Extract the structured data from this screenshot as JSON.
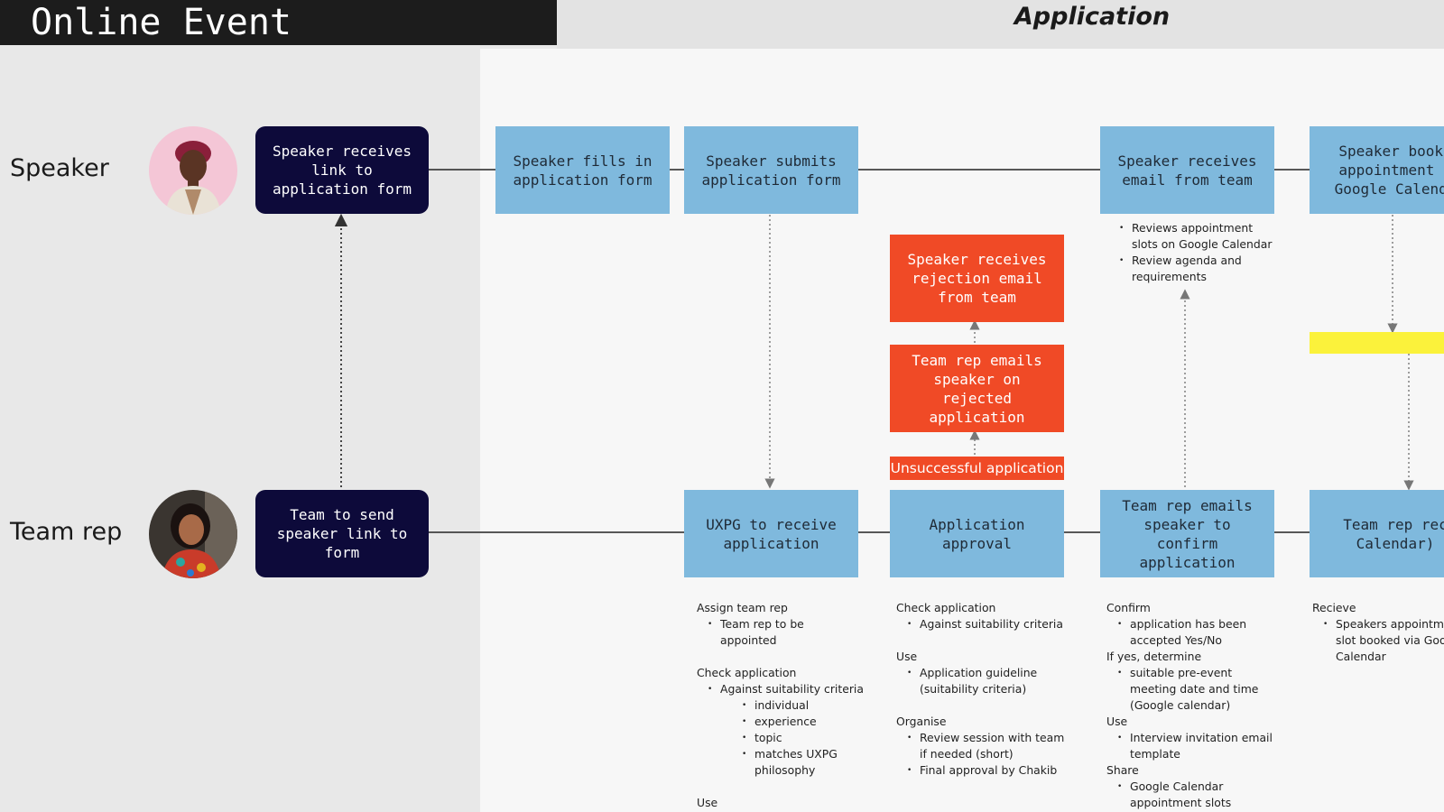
{
  "header": {
    "title": "Online Event",
    "phase": "Application"
  },
  "lanes": {
    "speaker": "Speaker",
    "team_rep": "Team rep"
  },
  "boxes": {
    "speaker_receives_link": "Speaker receives\nlink to\napplication form",
    "team_send_link": "Team to send\nspeaker link to\nform",
    "speaker_fills_form": "Speaker fills in\napplication form",
    "speaker_submits_form": "Speaker submits\napplication form",
    "uxpg_receive": "UXPG to receive\napplication",
    "application_approval": "Application\napproval",
    "unsuccessful_application": "Unsuccessful application",
    "team_rep_emails_rejected": "Team rep emails\nspeaker on\nrejected\napplication",
    "speaker_receives_rejection": "Speaker receives\nrejection email\nfrom team",
    "speaker_receives_email": "Speaker receives\nemail from team",
    "team_rep_emails_confirm": "Team rep emails\nspeaker to confirm\napplication",
    "speaker_books": "Speaker books\nappointment o\nGoogle Calenda",
    "team_rep_rec": "Team rep rec\nCalendar)"
  },
  "notes": {
    "speaker_email": {
      "b1": "Reviews appointment",
      "b1b": "slots on Google Calendar",
      "b2": "Review agenda and",
      "b2b": "requirements"
    },
    "uxpg": {
      "h1": "Assign team rep",
      "b1": "Team rep to be",
      "b1b": "appointed",
      "h2": "Check application",
      "b2": "Against suitability criteria",
      "s1": "individual",
      "s2": "experience",
      "s3": "topic",
      "s4": "matches UXPG",
      "s4b": "philosophy",
      "h3": "Use"
    },
    "approval": {
      "h1": "Check application",
      "b1": "Against suitability criteria",
      "h2": "Use",
      "b2": "Application guideline",
      "b2b": "(suitability criteria)",
      "h3": "Organise",
      "b3": "Review session with team",
      "b3b": "if needed (short)",
      "b4": "Final approval by Chakib"
    },
    "confirm": {
      "h1": "Confirm",
      "b1": "application has been",
      "b1b": "accepted Yes/No",
      "h2": "If yes, determine",
      "b2": "suitable pre-event",
      "b2b": "meeting date and time",
      "b2c": "(Google calendar)",
      "h3": "Use",
      "b3": "Interview invitation email",
      "b3b": "template",
      "h4": "Share",
      "b4": "Google Calendar",
      "b4b": "appointment slots"
    },
    "receive": {
      "h1": "Recieve",
      "b1": "Speakers appointme",
      "b1b": "slot booked via Goog",
      "b1c": "Calendar"
    }
  },
  "colors": {
    "dark_box": "#0d0a3a",
    "blue_box": "#7fb9dd",
    "red_box": "#f04a26",
    "yellow_bar": "#fbf23b",
    "title_bar": "#1c1c1c"
  }
}
